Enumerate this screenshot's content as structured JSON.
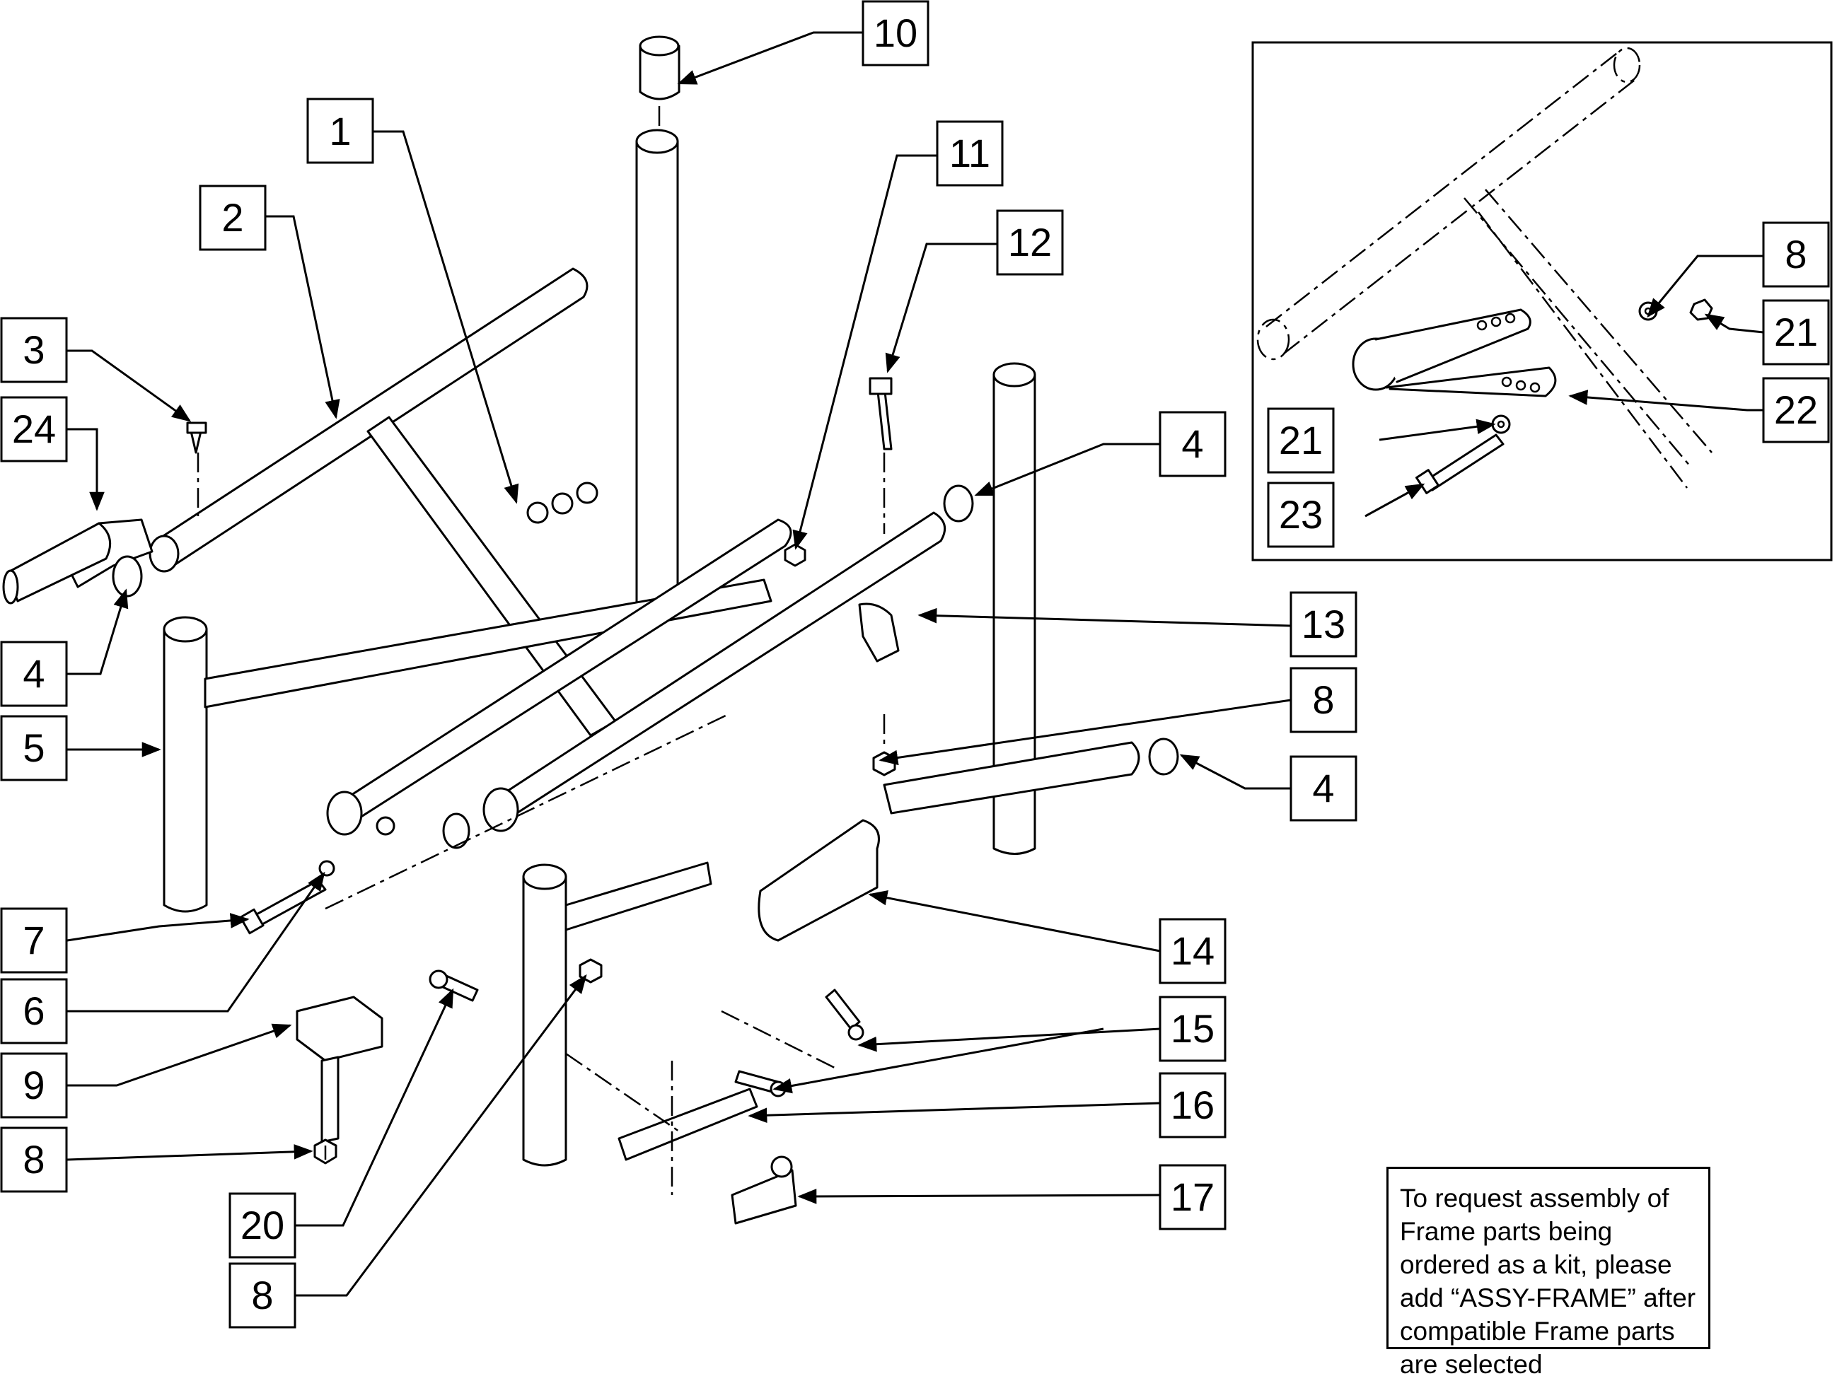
{
  "callouts": {
    "c10": "10",
    "c1": "1",
    "c11": "11",
    "c2": "2",
    "c12": "12",
    "c3": "3",
    "c24": "24",
    "c4a": "4",
    "c4b": "4",
    "c4c": "4",
    "c13": "13",
    "c5": "5",
    "c8a": "8",
    "c8b": "8",
    "c8c": "8",
    "c8d": "8",
    "c7": "7",
    "c6": "6",
    "c14": "14",
    "c15": "15",
    "c9": "9",
    "c16": "16",
    "c17": "17",
    "c20": "20",
    "c21a": "21",
    "c21b": "21",
    "c22": "22",
    "c23": "23"
  },
  "note": "To request assembly of Frame parts being ordered as a kit, please add “ASSY-FRAME” after compatible Frame parts are selected",
  "colors": {
    "ink": "#000000",
    "paper": "#ffffff"
  }
}
